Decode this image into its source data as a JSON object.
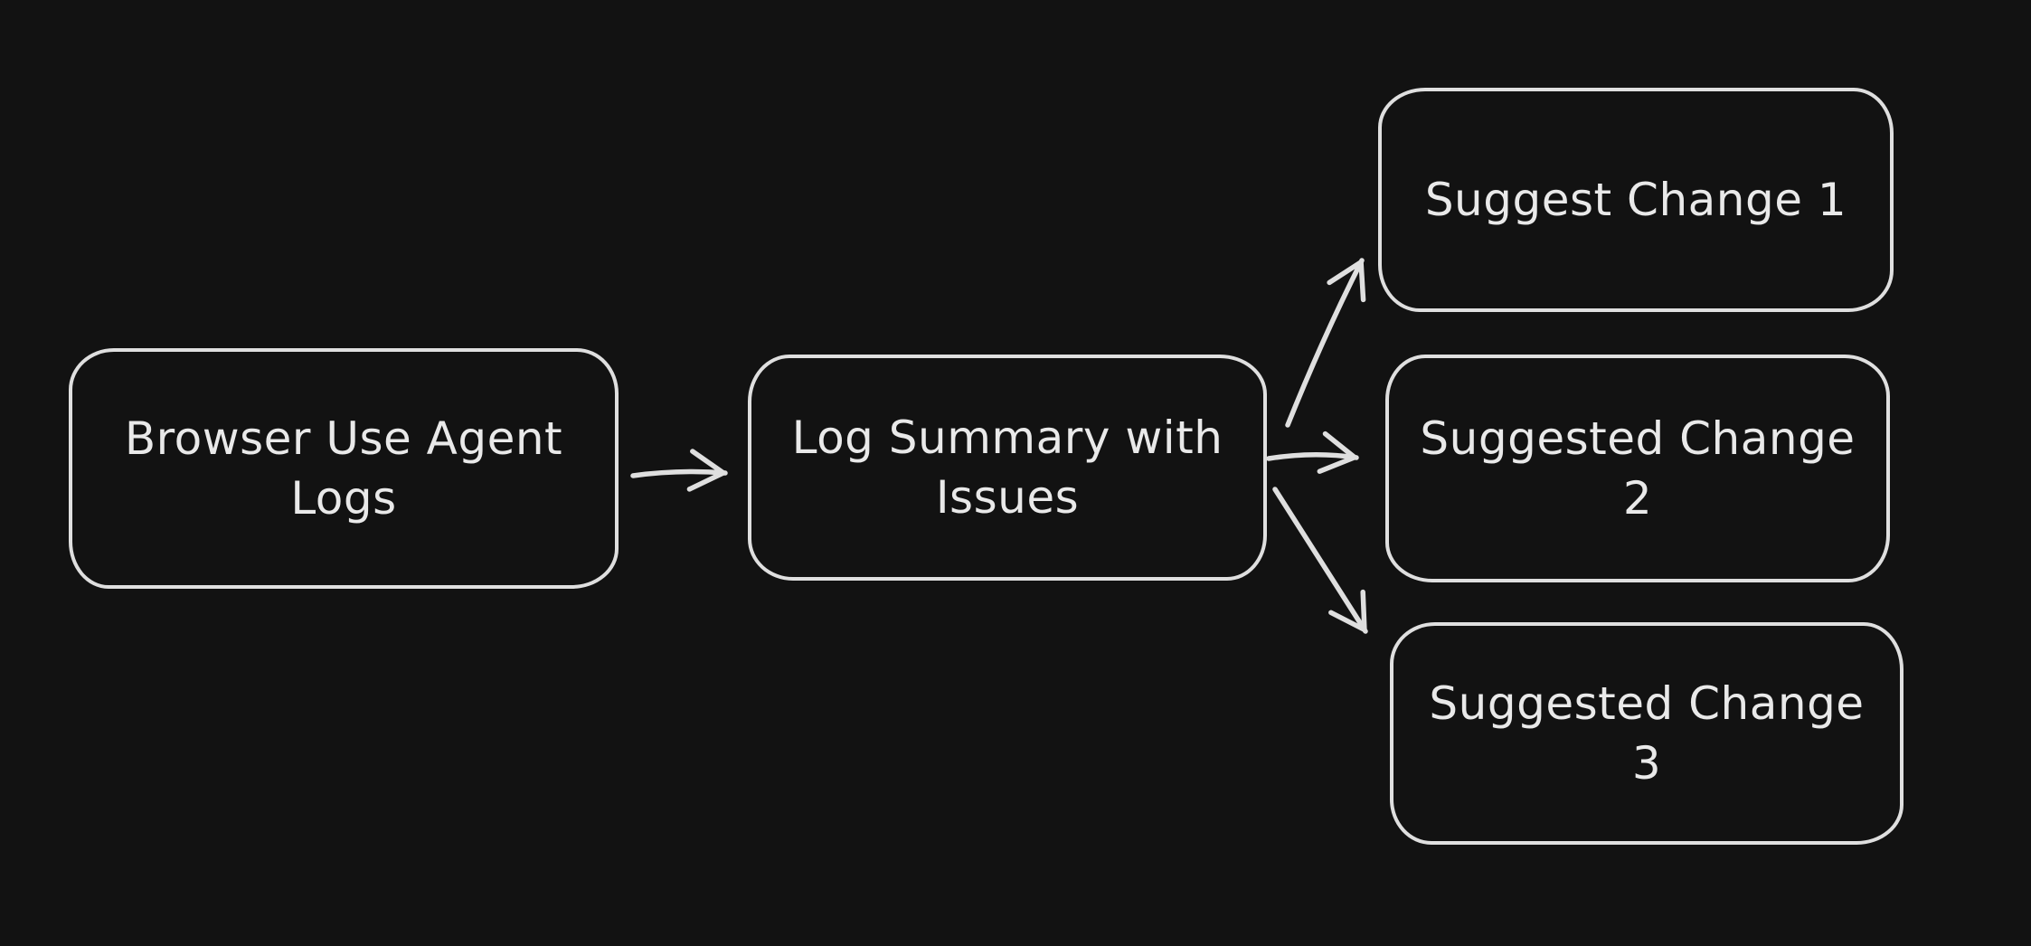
{
  "canvas": {
    "background_color": "#121212",
    "stroke_color": "#dfdfdf",
    "text_color": "#e9e9e9",
    "style": "hand-drawn whiteboard diagram, dark theme"
  },
  "diagram": {
    "nodes": [
      {
        "id": "browser-use-agent-logs",
        "label": "Browser Use Agent Logs"
      },
      {
        "id": "log-summary-with-issues",
        "label": "Log Summary with Issues"
      },
      {
        "id": "suggest-change-1",
        "label": "Suggest Change 1"
      },
      {
        "id": "suggested-change-2",
        "label": "Suggested Change 2"
      },
      {
        "id": "suggested-change-3",
        "label": "Suggested Change 3"
      }
    ],
    "edges": [
      {
        "from": "browser-use-agent-logs",
        "to": "log-summary-with-issues"
      },
      {
        "from": "log-summary-with-issues",
        "to": "suggest-change-1"
      },
      {
        "from": "log-summary-with-issues",
        "to": "suggested-change-2"
      },
      {
        "from": "log-summary-with-issues",
        "to": "suggested-change-3"
      }
    ]
  }
}
